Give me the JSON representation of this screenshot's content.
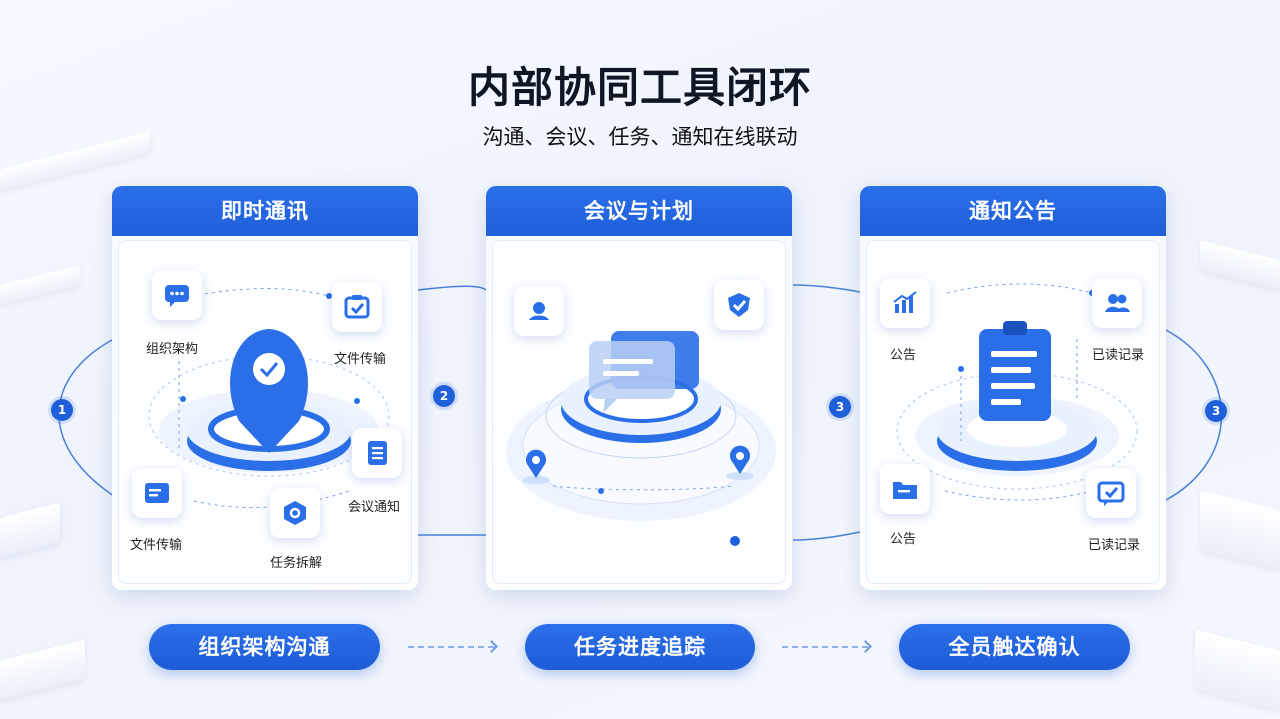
{
  "header": {
    "title": "内部协同工具闭环",
    "subtitle": "沟通、会议、任务、通知在线联动"
  },
  "cards": [
    {
      "heading": "即时通讯",
      "step": "1",
      "items": {
        "top_left": "组织架构",
        "top_right": "文件传输",
        "right": "会议通知",
        "bottom_left": "文件传输",
        "bottom": "任务拆解"
      },
      "icons": [
        "chat-icon",
        "check-board-icon",
        "doc-icon",
        "message-icon",
        "gear-hex-icon",
        "location-pin-icon"
      ]
    },
    {
      "heading": "会议与计划",
      "step": "2",
      "step_right": "3",
      "icons": [
        "user-location-icon",
        "shield-check-icon",
        "chat-window-icon",
        "location-pin-icon"
      ]
    },
    {
      "heading": "通知公告",
      "step": "3",
      "items": {
        "top_left": "公告",
        "top_right": "已读记录",
        "bottom_left": "公告",
        "bottom_right": "已读记录"
      },
      "icons": [
        "chart-icon",
        "users-icon",
        "folder-icon",
        "chat-check-icon",
        "clipboard-icon"
      ]
    }
  ],
  "footer": {
    "pills": [
      "组织架构沟通",
      "任务进度追踪",
      "全员触达确认"
    ]
  },
  "colors": {
    "primary": "#1f5fd9",
    "primary_light": "#2a6fe8",
    "background": "#f2f6fd",
    "title": "#0f1724"
  }
}
